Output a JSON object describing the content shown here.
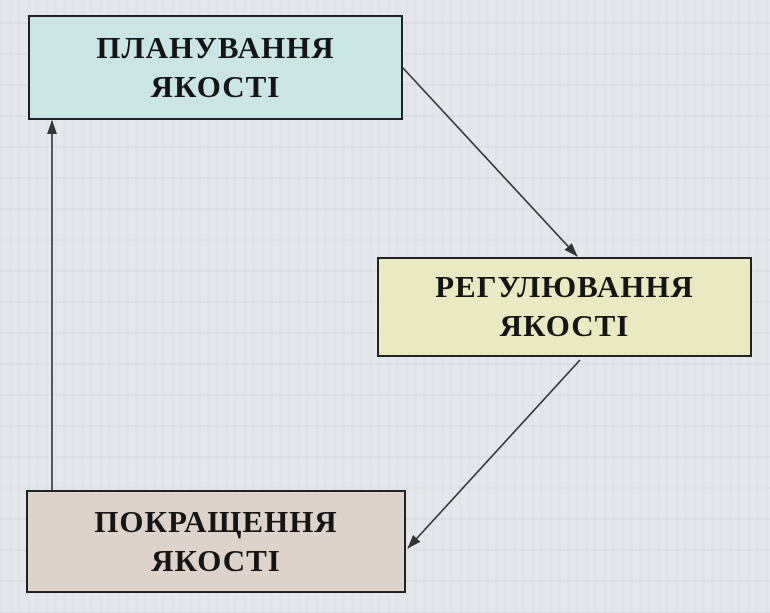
{
  "diagram": {
    "boxes": [
      {
        "id": "planning",
        "line1": "ПЛАНУВАННЯ",
        "line2": "ЯКОСТІ",
        "fill": "#c9e6e4"
      },
      {
        "id": "regulation",
        "line1": "РЕГУЛЮВАННЯ",
        "line2": "ЯКОСТІ",
        "fill": "#eaeac2"
      },
      {
        "id": "improvement",
        "line1": "ПОКРАЩЕННЯ",
        "line2": "ЯКОСТІ",
        "fill": "#ddd3cb"
      }
    ],
    "arrow_color": "#333333"
  }
}
